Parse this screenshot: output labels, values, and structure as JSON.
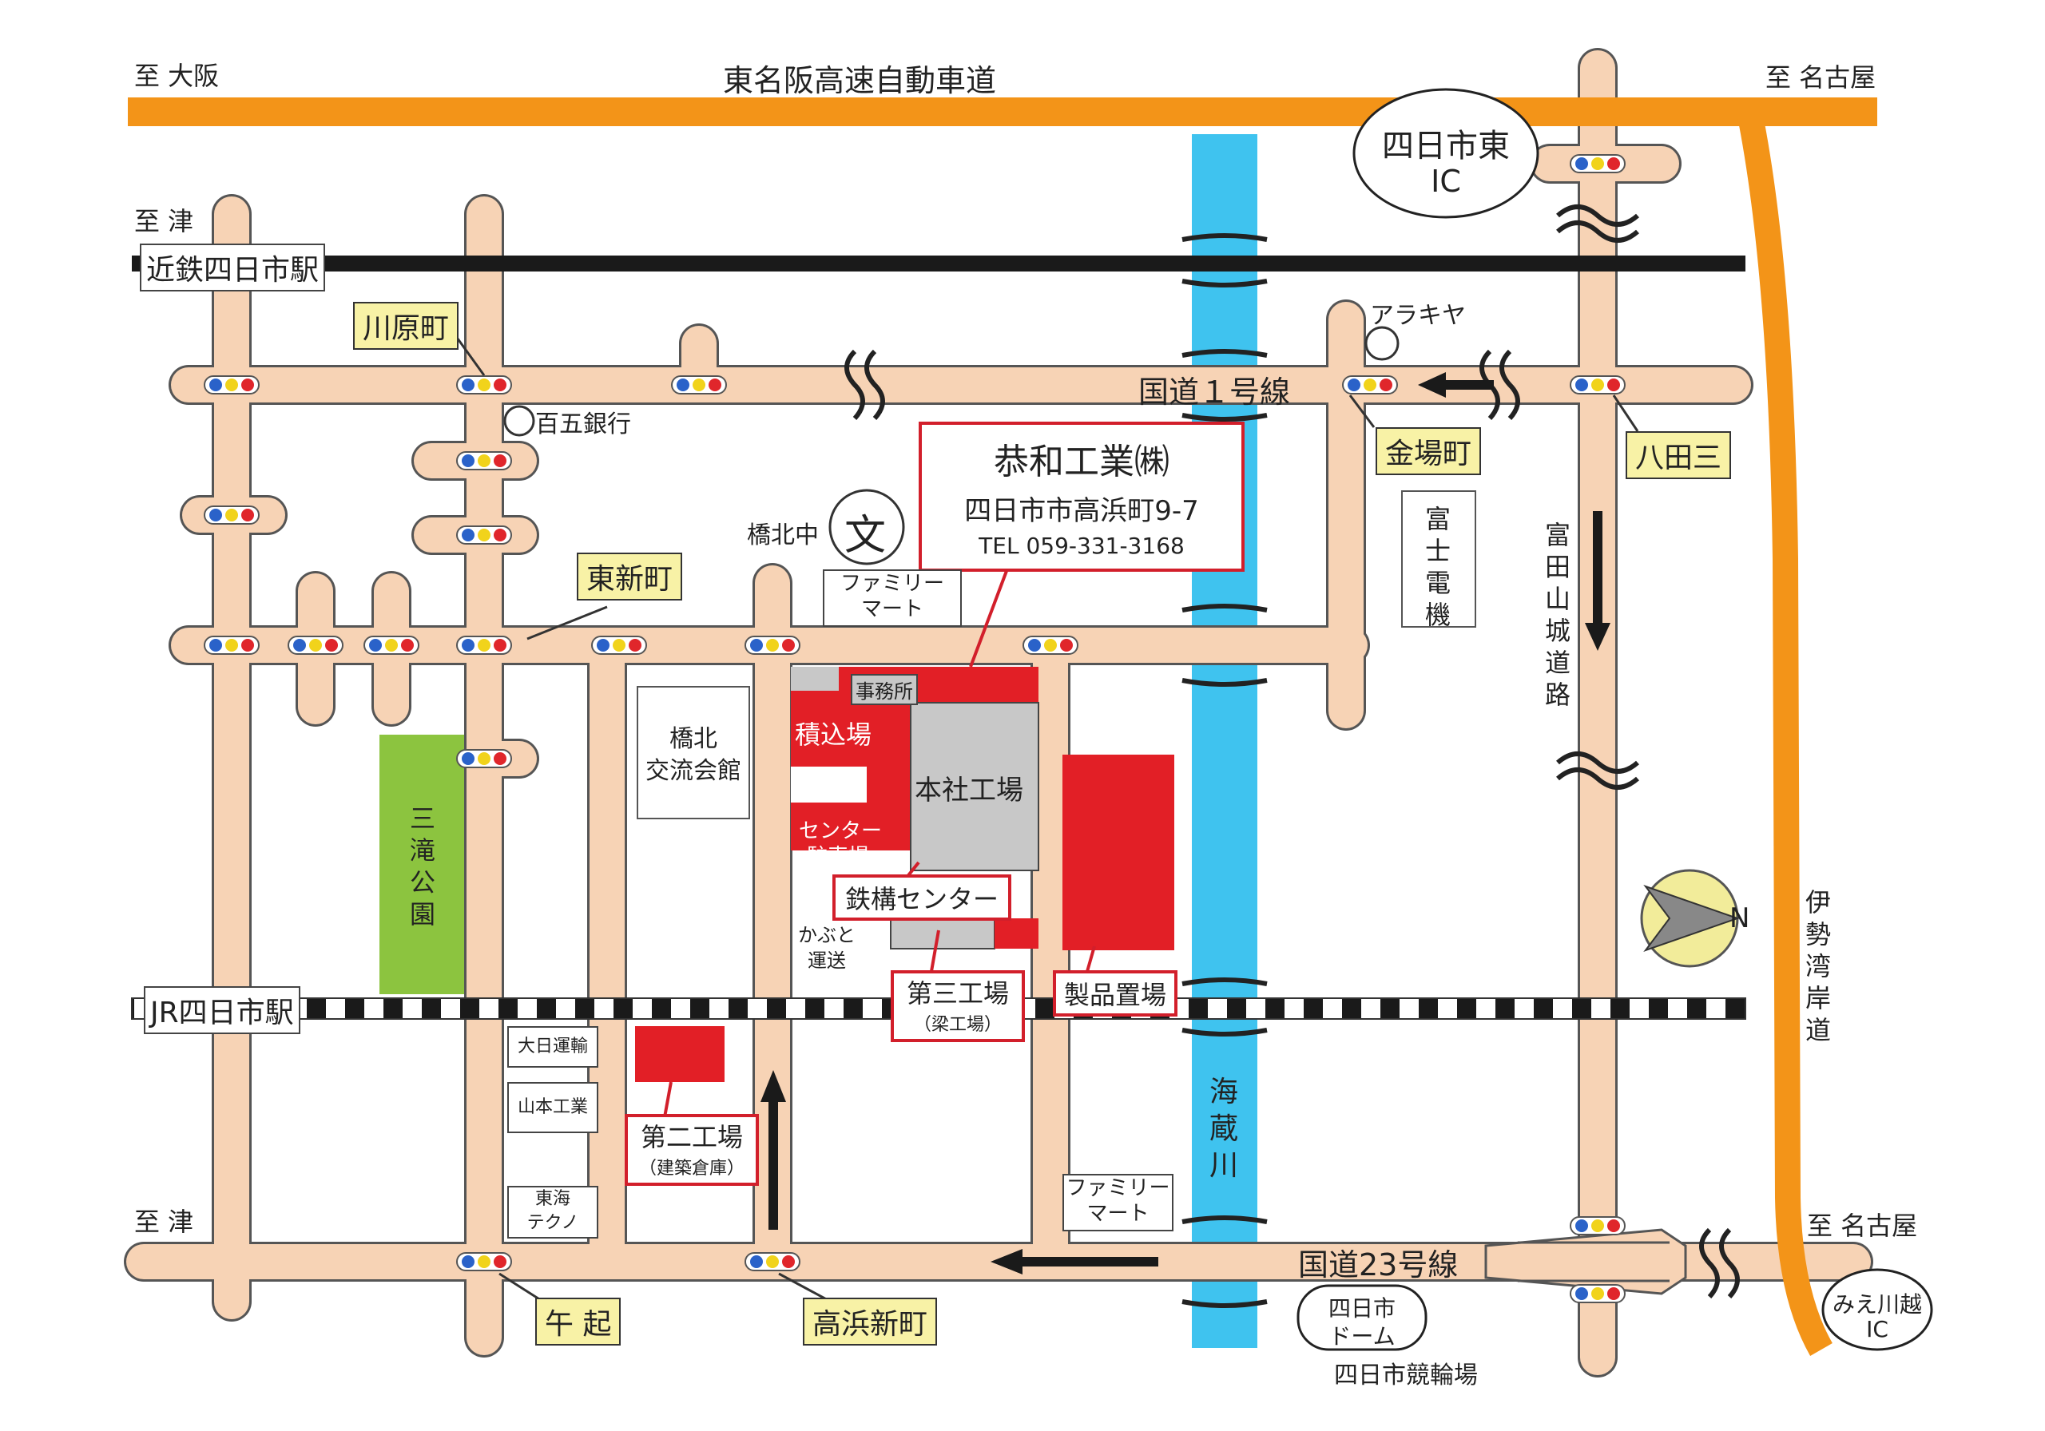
{
  "destinations": {
    "osaka": "至 大阪",
    "nagoya_top": "至 名古屋",
    "tsu_upper": "至 津",
    "tsu_lower": "至 津",
    "nagoya_bottom": "至 名古屋"
  },
  "highways": {
    "tomeihan": "東名阪高速自動車道",
    "route1": "国道１号線",
    "route23": "国道23号線",
    "isewangan": "伊勢湾岸道",
    "tomida": "富田山城道路"
  },
  "interchanges": {
    "yokkaichi_higashi_line1": "四日市東",
    "yokkaichi_higashi_line2": "IC",
    "mie_kawagoe_line1": "みえ川越",
    "mie_kawagoe_line2": "IC"
  },
  "stations": {
    "kintetsu": "近鉄四日市駅",
    "jr": "JR四日市駅"
  },
  "intersections": {
    "kawaramachi": "川原町",
    "higashishinmachi": "東新町",
    "kanebamachi": "金場町",
    "hattasan": "八田三",
    "goki": "午 起",
    "takahamashinmachi": "高浜新町"
  },
  "company": {
    "name": "恭和工業㈱",
    "address": "四日市市高浜町9-7",
    "tel": "TEL 059-331-3168"
  },
  "facilities": {
    "jimusho": "事務所",
    "tsumikomiba": "積込場",
    "honsha": "本社工場",
    "center_parking_line1": "センター",
    "center_parking_line2": "駐車場",
    "tekko_center": "鉄構センター",
    "daisan_line1": "第三工場",
    "daisan_line2": "（梁工場）",
    "seihin": "製品置場",
    "daini_line1": "第二工場",
    "daini_line2": "（建築倉庫）"
  },
  "landmarks": {
    "araki": "アラキヤ",
    "hyakugo": "百五銀行",
    "kyohoku_school": "橋北中",
    "school_symbol": "文",
    "family_mart_1_line1": "ファミリー",
    "family_mart_1_line2": "マート",
    "family_mart_2_line1": "ファミリー",
    "family_mart_2_line2": "マート",
    "fuji_denki": "富士電機",
    "kyohoku_hall_line1": "橋北",
    "kyohoku_hall_line2": "交流会館",
    "sanryu_park": "三滝公園",
    "kabuto_line1": "かぶと",
    "kabuto_line2": "運送",
    "dainichi": "大日運輸",
    "yamamoto": "山本工業",
    "tokai_line1": "東海",
    "tokai_line2": "テクノ",
    "kaizo_river": "海蔵川",
    "dome_line1": "四日市",
    "dome_line2": "ドーム",
    "keirinjo": "四日市競輪場",
    "north": "N"
  },
  "colors": {
    "road": "#f7d3b5",
    "road_outline": "#555555",
    "expressway": "#f39418",
    "river": "#3fc3ef",
    "park": "#8cc43f",
    "factory_red": "#e21f26",
    "factory_gray": "#c8c8c8",
    "label_yellow": "#f8f2a6",
    "railway": "#1a1a1a"
  }
}
